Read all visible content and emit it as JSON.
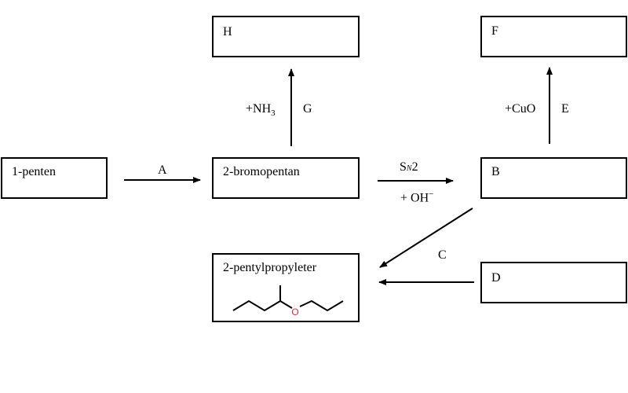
{
  "diagram": {
    "boxes": {
      "pentene": "1-penten",
      "bromopentane": "2-bromopentan",
      "H": "H",
      "F": "F",
      "B": "B",
      "D": "D",
      "ether": "2-pentylpropyleter"
    },
    "arrows": {
      "A": "A",
      "G_reagent": "+NH",
      "G_reagent_sub": "3",
      "G": "G",
      "E_reagent": "+CuO",
      "E": "E",
      "sn2_main": "S",
      "sn2_sub": "N",
      "sn2_suffix": "2",
      "oh": "+ OH",
      "oh_sup": "−",
      "C": "C"
    },
    "ether_structure": {
      "heteroatom": "O",
      "heteroatom_color": "#e0303a"
    }
  }
}
